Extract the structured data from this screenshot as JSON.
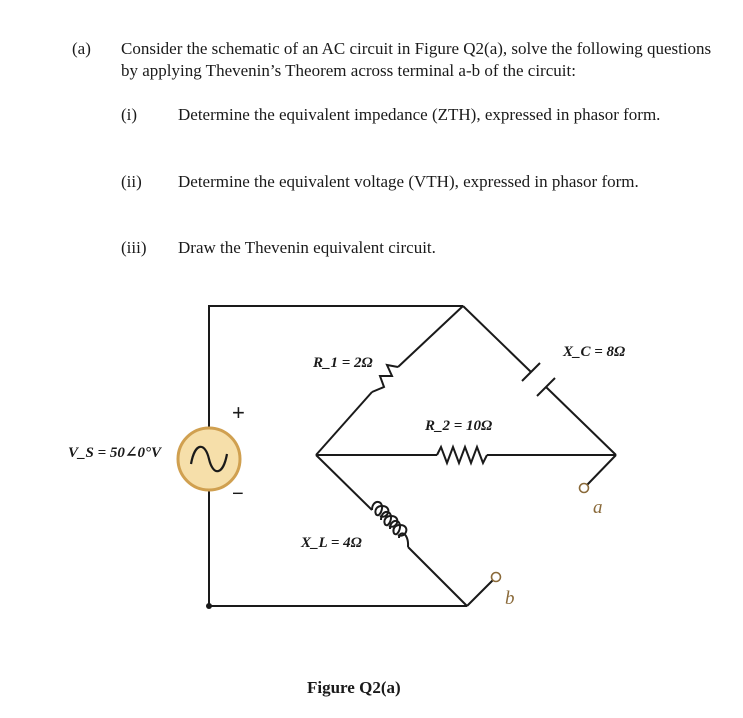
{
  "question": {
    "part_label": "(a)",
    "intro": "Consider the schematic of an AC circuit in Figure Q2(a), solve the following questions by applying Thevenin’s Theorem across terminal a-b of the circuit:",
    "subquestions": [
      {
        "num": "(i)",
        "text": "Determine the equivalent impedance (ZTH), expressed in phasor form."
      },
      {
        "num": "(ii)",
        "text": "Determine the equivalent voltage (VTH), expressed in phasor form."
      },
      {
        "num": "(iii)",
        "text": "Draw the Thevenin equivalent circuit."
      }
    ]
  },
  "figure": {
    "caption": "Figure Q2(a)",
    "labels": {
      "source": "V_S = 50∠0°V",
      "r1": "R_1 = 2Ω",
      "r2": "R_2 = 10Ω",
      "xc": "X_C = 8Ω",
      "xl": "X_L = 4Ω",
      "terminal_a": "a",
      "terminal_b": "b",
      "plus": "+",
      "minus": "−"
    },
    "colors": {
      "wire": "#1a1a1a",
      "source_fill": "#f6dfaa",
      "source_stroke": "#d0a050"
    }
  }
}
